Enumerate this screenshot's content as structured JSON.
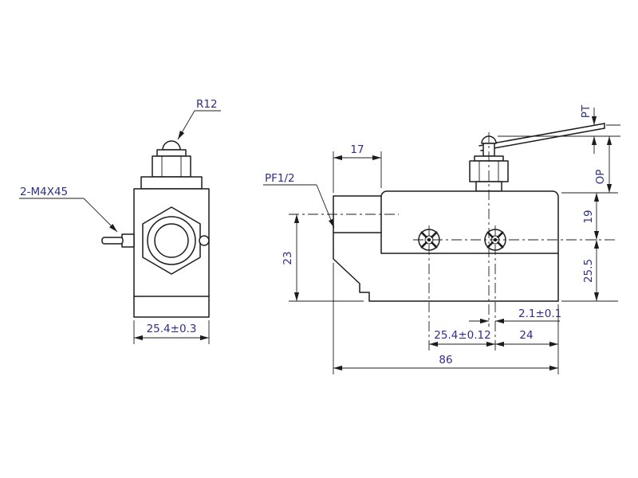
{
  "drawing": {
    "colors": {
      "background": "#ffffff",
      "line": "#1c1c1c",
      "text": "#2d2d8f"
    },
    "front_view": {
      "plunger_radius_label": "R12",
      "side_screws_label": "2-M4X45",
      "body_width_dim": "25.4±0.3"
    },
    "side_view": {
      "conduit_thread_label": "PF1/2",
      "conduit_length_dim": "17",
      "conduit_axis_height_dim": "23",
      "top_to_screw_axis_dim": "19",
      "screw_axis_to_base_dim": "25.5",
      "operating_position_label": "OP",
      "release_position_label": "PT",
      "plunger_offset_dim": "2.1±0.1",
      "screw_spacing_dim": "25.4±0.12",
      "screw_to_edge_dim": "24",
      "overall_length_dim": "86"
    }
  }
}
